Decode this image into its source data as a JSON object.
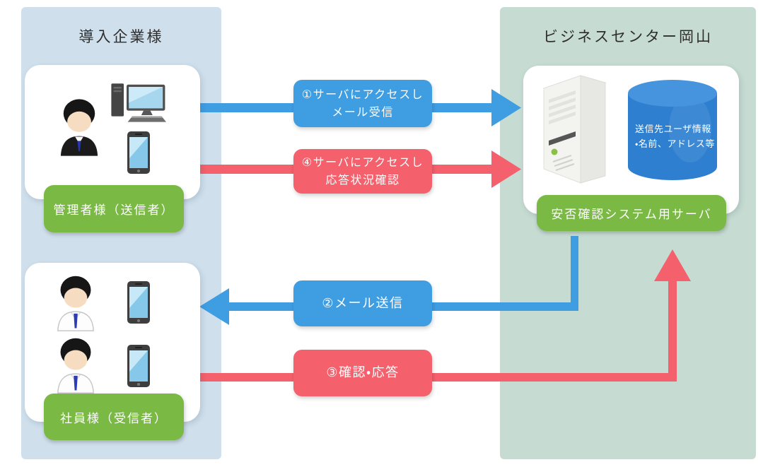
{
  "colors": {
    "blue": "#3f9de2",
    "red": "#f4606c",
    "green": "#79b944",
    "panel_left_bg": "#cfdfec",
    "panel_right_bg": "#c6dcd2",
    "db_blue": "#2e7fd0",
    "db_blue_top": "#4694dd"
  },
  "left_panel": {
    "title": "導入企業様",
    "admin": {
      "label": "管理者様（送信者）"
    },
    "employees": {
      "label": "社員様（受信者）"
    }
  },
  "right_panel": {
    "title": "ビジネスセンター岡山",
    "server": {
      "label": "安否確認システム用サーバ",
      "database_line1": "送信先ユーザ情報",
      "database_line2": "・名前、アドレス等"
    }
  },
  "flows": {
    "f1": {
      "line1": "①サーバにアクセスし",
      "line2": "メール受信",
      "color": "blue",
      "direction": "admin-to-server"
    },
    "f2": {
      "line1": "②メール送信",
      "color": "blue",
      "direction": "server-to-employees"
    },
    "f3": {
      "line1": "③確認・応答",
      "color": "red",
      "direction": "employees-to-server"
    },
    "f4": {
      "line1": "④サーバにアクセスし",
      "line2": "応答状況確認",
      "color": "red",
      "direction": "admin-to-server"
    }
  },
  "icons": {
    "admin_person": "business-person-icon",
    "admin_computer": "desktop-computer-icon",
    "admin_phone": "smartphone-icon",
    "employee_person": "employee-person-icon",
    "employee_phone": "smartphone-icon",
    "server": "server-tower-icon",
    "database": "database-cylinder-icon"
  }
}
